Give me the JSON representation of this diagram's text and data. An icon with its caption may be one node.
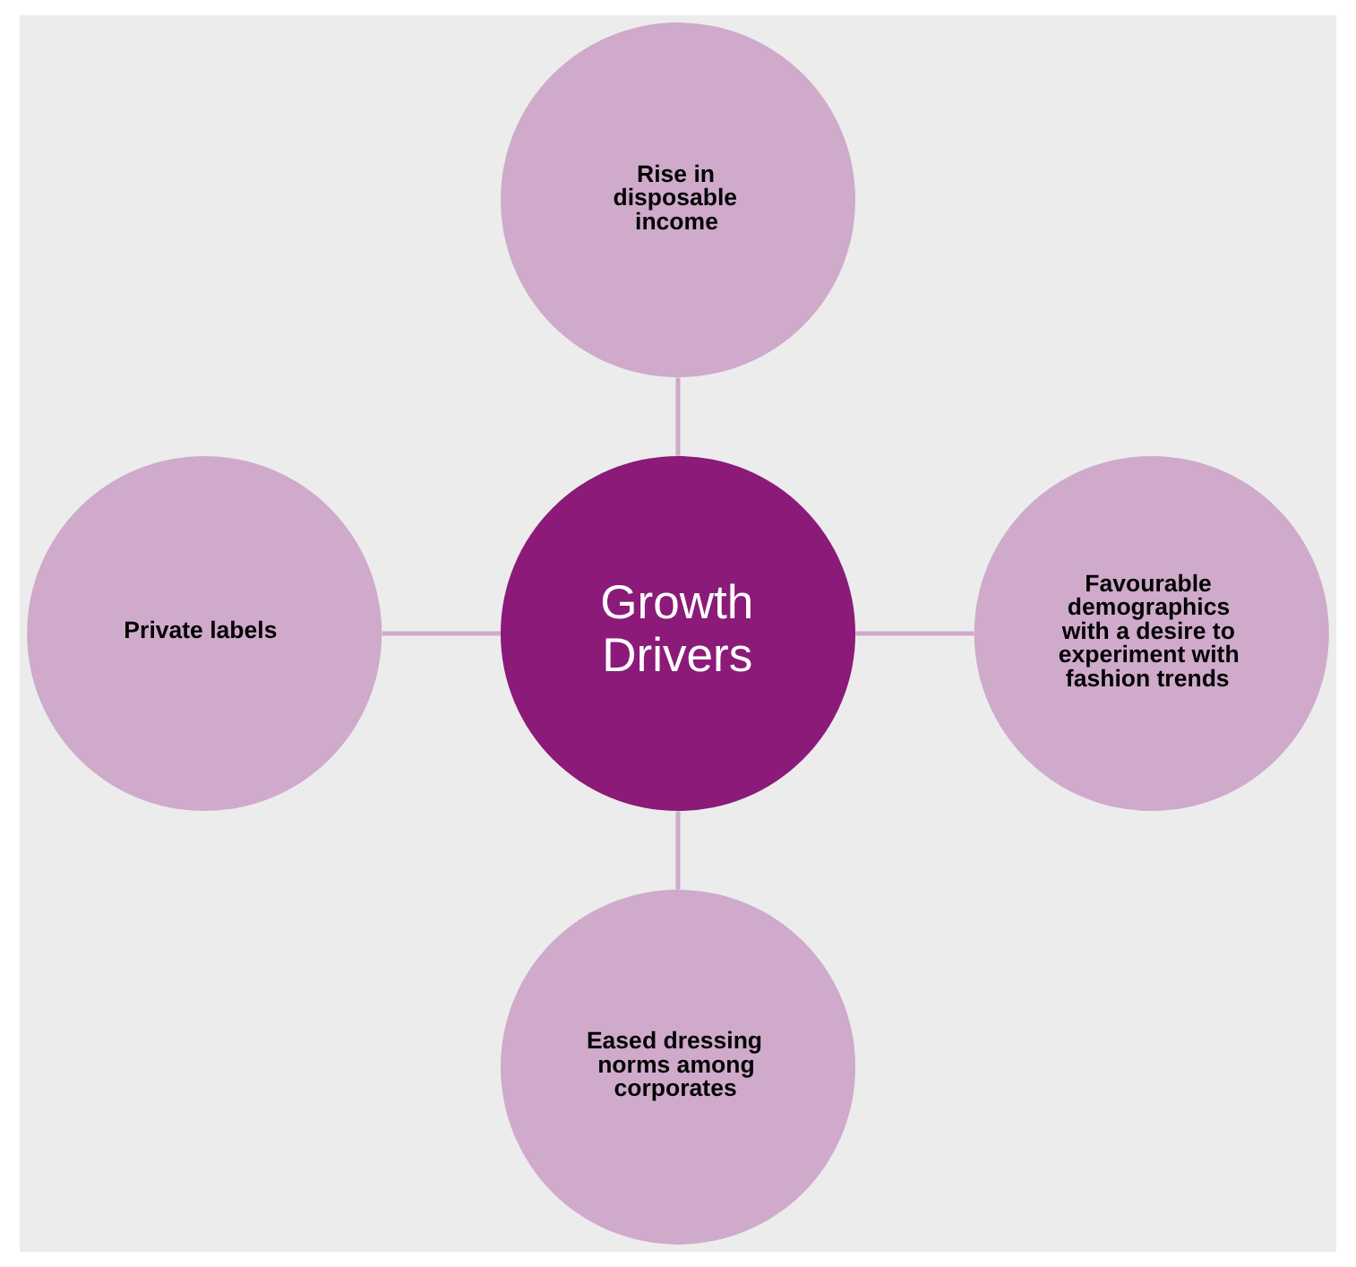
{
  "diagram": {
    "nodes": [
      {
        "text": [
          "Rise in disposable income"
        ]
      },
      {
        "text": [
          "Private labels"
        ]
      },
      {
        "text": [
          "Growth Drivers"
        ]
      },
      {
        "text": [
          "Favourable demographics with a desire to experiment with fashion trends"
        ]
      },
      {
        "text": [
          "Eased dressing norms among corporates"
        ]
      }
    ],
    "edges": [
      {
        "from": 0,
        "to": 2,
        "arrow": "none"
      },
      {
        "from": 1,
        "to": 2,
        "arrow": "none"
      },
      {
        "from": 2,
        "to": 3,
        "arrow": "none"
      },
      {
        "from": 2,
        "to": 4,
        "arrow": "none"
      }
    ]
  }
}
